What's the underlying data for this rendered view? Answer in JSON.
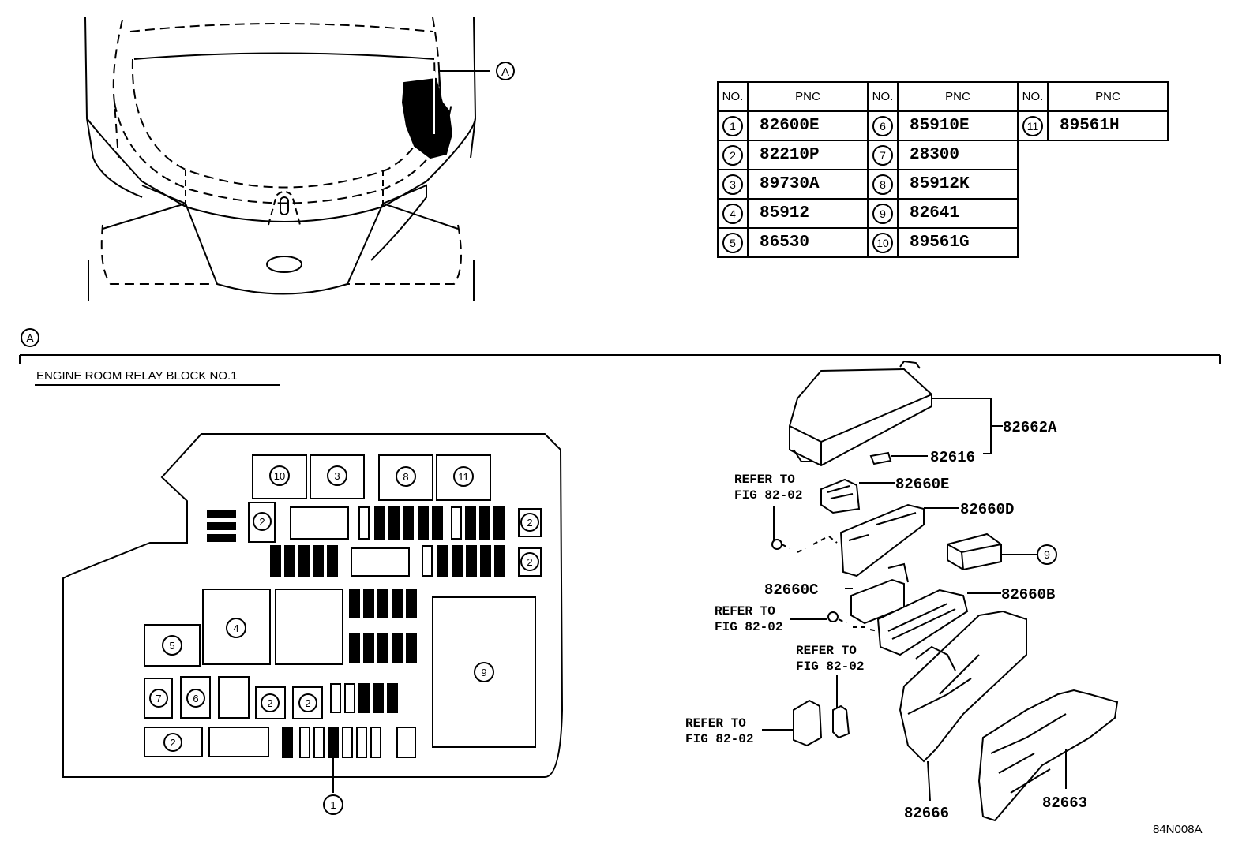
{
  "table": {
    "headers": [
      "NO.",
      "PNC",
      "NO.",
      "PNC",
      "NO.",
      "PNC"
    ],
    "rows": [
      [
        {
          "no": "1",
          "pnc": "82600E"
        },
        {
          "no": "6",
          "pnc": "85910E"
        },
        {
          "no": "11",
          "pnc": "89561H"
        }
      ],
      [
        {
          "no": "2",
          "pnc": "82210P"
        },
        {
          "no": "7",
          "pnc": "28300"
        }
      ],
      [
        {
          "no": "3",
          "pnc": "89730A"
        },
        {
          "no": "8",
          "pnc": "85912K"
        }
      ],
      [
        {
          "no": "4",
          "pnc": "85912"
        },
        {
          "no": "9",
          "pnc": "82641"
        }
      ],
      [
        {
          "no": "5",
          "pnc": "86530"
        },
        {
          "no": "10",
          "pnc": "89561G"
        }
      ]
    ]
  },
  "callout_marker": "A",
  "section_marker": "A",
  "section_title": "ENGINE ROOM RELAY BLOCK NO.1",
  "relay_block_labels": {
    "r10": "10",
    "r3": "3",
    "r8": "8",
    "r11": "11",
    "r2a": "2",
    "r2b": "2",
    "r2c": "2",
    "r2d": "2",
    "r2e": "2",
    "r2f": "2",
    "r4": "4",
    "r5": "5",
    "r7": "7",
    "r6": "6",
    "r9": "9",
    "r1": "1"
  },
  "exploded_labels": {
    "p82662A": "82662A",
    "p82616": "82616",
    "p82660E": "82660E",
    "p82660D": "82660D",
    "p9": "9",
    "p82660C": "82660C",
    "p82660B": "82660B",
    "p82666": "82666",
    "p82663": "82663",
    "refer_line1": "REFER TO",
    "refer_line2": "FIG 82-02"
  },
  "figure_code": "84N008A"
}
